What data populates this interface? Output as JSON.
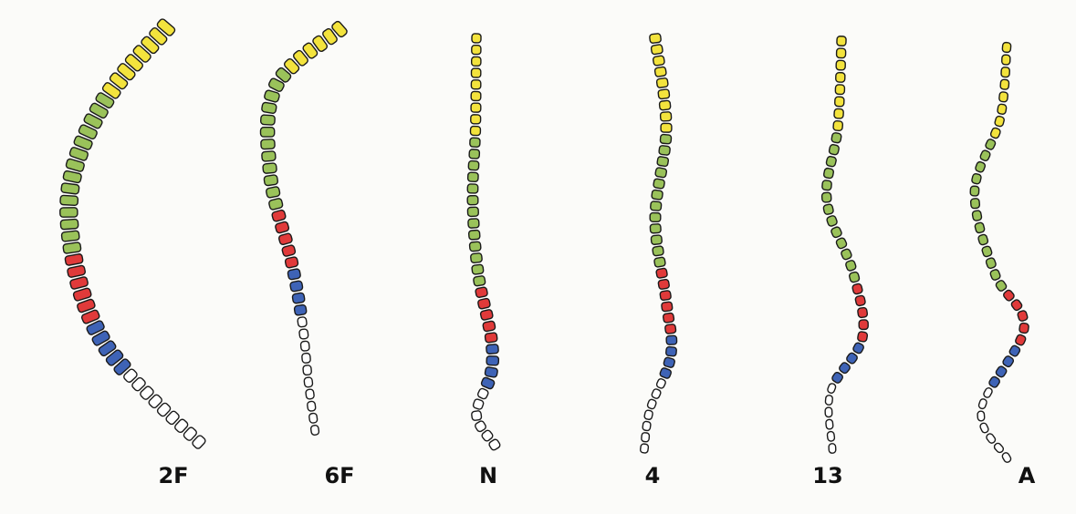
{
  "colors": {
    "cervical": "#f3e33d",
    "thoracic": "#9ac25a",
    "lumbar": "#e03a3a",
    "sacral": "#3e63b6",
    "coccygeal": "#ffffff",
    "outline": "#1a1a1a",
    "background": "#fbfbf9"
  },
  "spines": [
    {
      "label": "2F",
      "segments": {
        "cervical": 8,
        "thoracic": 14,
        "lumbar": 6,
        "sacral": 5,
        "coccygeal": 9
      }
    },
    {
      "label": "6F",
      "segments": {
        "cervical": 6,
        "thoracic": 12,
        "lumbar": 5,
        "sacral": 4,
        "coccygeal": 10
      }
    },
    {
      "label": "N",
      "segments": {
        "cervical": 9,
        "thoracic": 13,
        "lumbar": 5,
        "sacral": 4,
        "coccygeal": 6
      }
    },
    {
      "label": "4",
      "segments": {
        "cervical": 9,
        "thoracic": 12,
        "lumbar": 6,
        "sacral": 4,
        "coccygeal": 7
      }
    },
    {
      "label": "13",
      "segments": {
        "cervical": 8,
        "thoracic": 13,
        "lumbar": 5,
        "sacral": 4,
        "coccygeal": 6
      }
    },
    {
      "label": "A",
      "segments": {
        "cervical": 8,
        "thoracic": 13,
        "lumbar": 5,
        "sacral": 4,
        "coccygeal": 7
      }
    }
  ]
}
